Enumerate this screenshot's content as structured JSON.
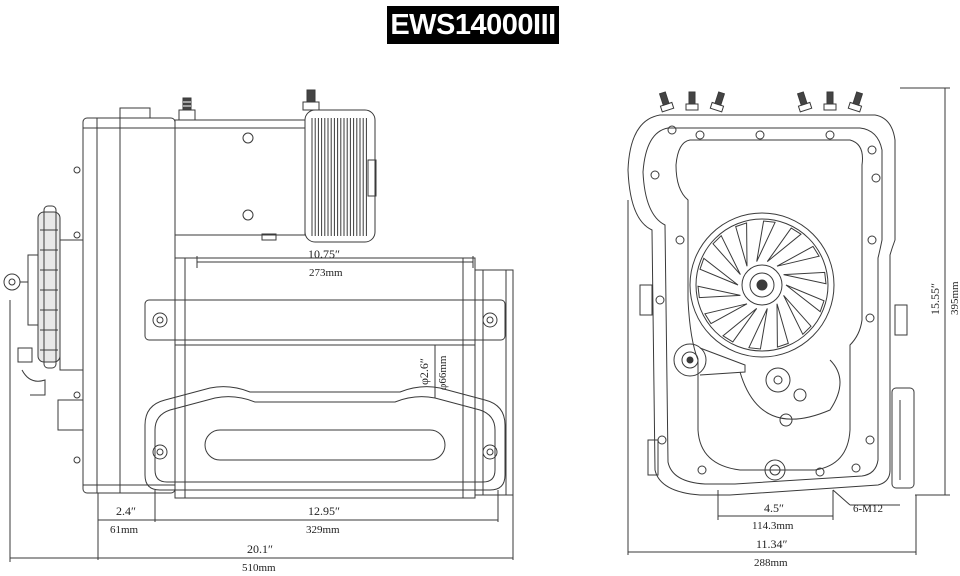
{
  "title": "EWS14000III",
  "side_view": {
    "dims": {
      "drum_length_in": "10.75″",
      "drum_length_mm": "273mm",
      "drum_dia_in": "φ2.6″",
      "drum_dia_mm": "φ66mm",
      "offset_in": "2.4″",
      "offset_mm": "61mm",
      "mount_in": "12.95″",
      "mount_mm": "329mm",
      "total_in": "20.1″",
      "total_mm": "510mm"
    }
  },
  "end_view": {
    "dims": {
      "height_in": "15.55″",
      "height_mm": "395mm",
      "bolt_in": "4.5″",
      "bolt_mm": "114.3mm",
      "width_in": "11.34″",
      "width_mm": "288mm",
      "bolts": "6-M12"
    }
  },
  "colors": {
    "line": "#3a3a3a",
    "title_bg": "#000000",
    "title_fg": "#ffffff"
  }
}
